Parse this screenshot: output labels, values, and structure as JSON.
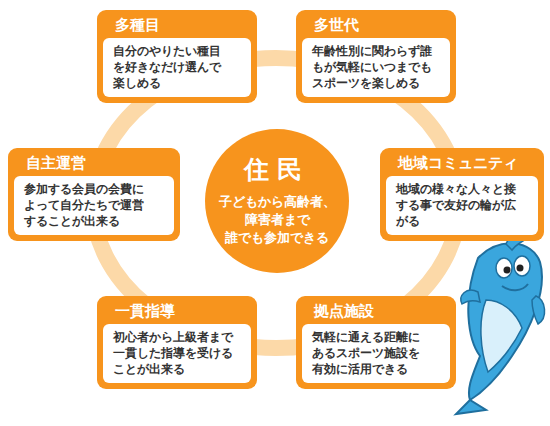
{
  "diagram": {
    "nodes": [
      {
        "text": [
          "多種目",
          "自分のやりたい種目 を好きなだけ選んで 楽しめる"
        ]
      },
      {
        "text": [
          "多世代",
          "年齢性別に関わらず誰 もが気軽にいつまでも スポーツを楽しめる"
        ]
      },
      {
        "text": [
          "自主運営",
          "参加する会員の会費に よって自分たちで運営 することが出来る"
        ]
      },
      {
        "text": [
          "住民",
          "子どもから高齢者、 障害者まで 誰でも参加できる"
        ]
      },
      {
        "text": [
          "地域コミュニティ",
          "地域の様々な人々と接 する事で友好の輪が広 がる"
        ]
      },
      {
        "text": [
          "一貫指導",
          "初心者から上級者まで 一貫した指導を受ける ことが出来る"
        ]
      },
      {
        "text": [
          "拠点施設",
          "気軽に通える距離に あるスポーツ施設を 有効に活用できる"
        ]
      }
    ]
  }
}
